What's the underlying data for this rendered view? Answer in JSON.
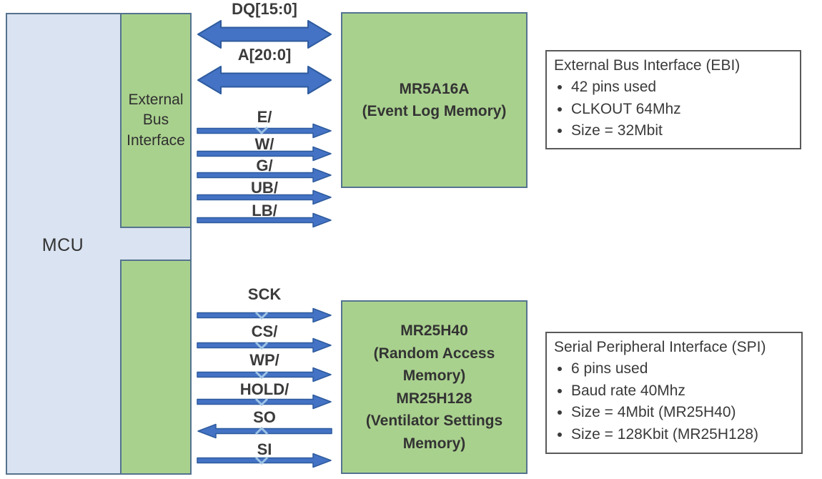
{
  "mcu": {
    "label": "MCU",
    "ebi_port_label": "External\nBus\nInterface"
  },
  "memories": {
    "ebi_memory_label": "MR5A16A\n(Event Log Memory)",
    "spi_memory_label": "MR25H40\n(Random Access\nMemory)\nMR25H128\n(Ventilator Settings\nMemory)"
  },
  "ebi": {
    "signals": [
      {
        "label": "DQ[15:0]",
        "direction": "bidirectional"
      },
      {
        "label": "A[20:0]",
        "direction": "bidirectional"
      },
      {
        "label": "E/",
        "direction": "mcu-to-memory"
      },
      {
        "label": "W/",
        "direction": "mcu-to-memory"
      },
      {
        "label": "G/",
        "direction": "mcu-to-memory"
      },
      {
        "label": "UB/",
        "direction": "mcu-to-memory"
      },
      {
        "label": "LB/",
        "direction": "mcu-to-memory"
      }
    ],
    "info": {
      "title": "External Bus Interface (EBI)",
      "items": [
        "42 pins used",
        "CLKOUT 64Mhz",
        "Size = 32Mbit"
      ]
    }
  },
  "spi": {
    "signals": [
      {
        "label": "SCK",
        "direction": "mcu-to-memory"
      },
      {
        "label": "CS/",
        "direction": "mcu-to-memory"
      },
      {
        "label": "WP/",
        "direction": "mcu-to-memory"
      },
      {
        "label": "HOLD/",
        "direction": "mcu-to-memory"
      },
      {
        "label": "SO",
        "direction": "memory-to-mcu"
      },
      {
        "label": "SI",
        "direction": "mcu-to-memory"
      }
    ],
    "info": {
      "title": "Serial Peripheral Interface (SPI)",
      "items": [
        "6 pins used",
        "Baud rate 40Mhz",
        "Size = 4Mbit (MR25H40)",
        "Size = 128Kbit (MR25H128)"
      ]
    }
  },
  "colors": {
    "block_green": "#a9d18e",
    "block_light_blue": "#dae3f1",
    "block_border": "#54738f",
    "arrow_fill": "#4472c4",
    "arrow_stroke": "#2e5b9e",
    "chevron_light_blue": "#9dc3e6"
  }
}
